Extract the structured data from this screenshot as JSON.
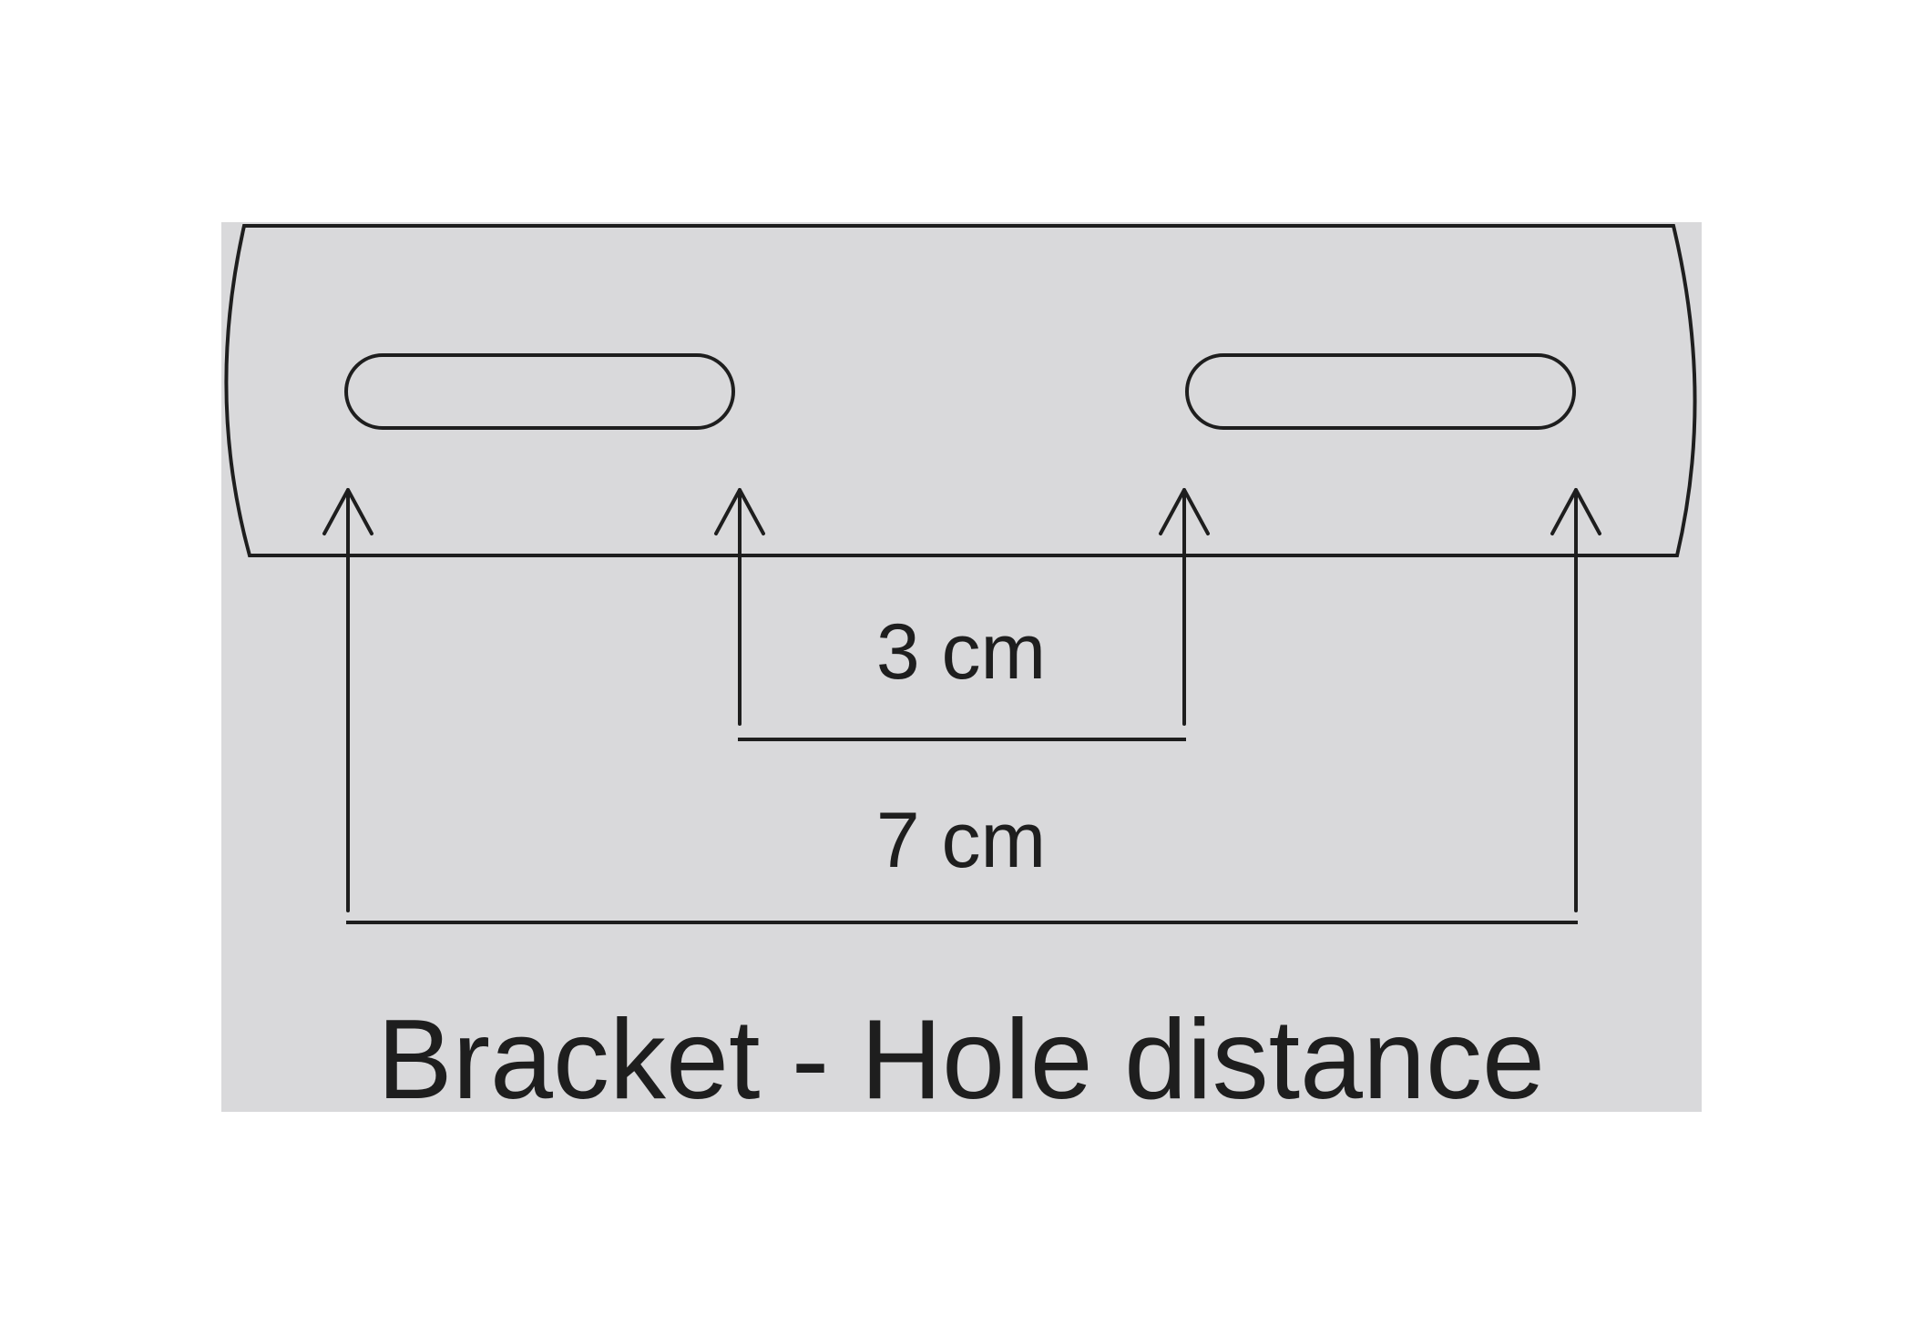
{
  "diagram": {
    "inner_distance_label": "3 cm",
    "outer_distance_label": "7 cm",
    "caption": "Bracket - Hole distance",
    "colors": {
      "page_background": "#ffffff",
      "panel_background": "#d9d9db",
      "bracket_fill": "#d9d9db",
      "stroke": "#1e1e1e",
      "text": "#1e1e1e"
    }
  }
}
